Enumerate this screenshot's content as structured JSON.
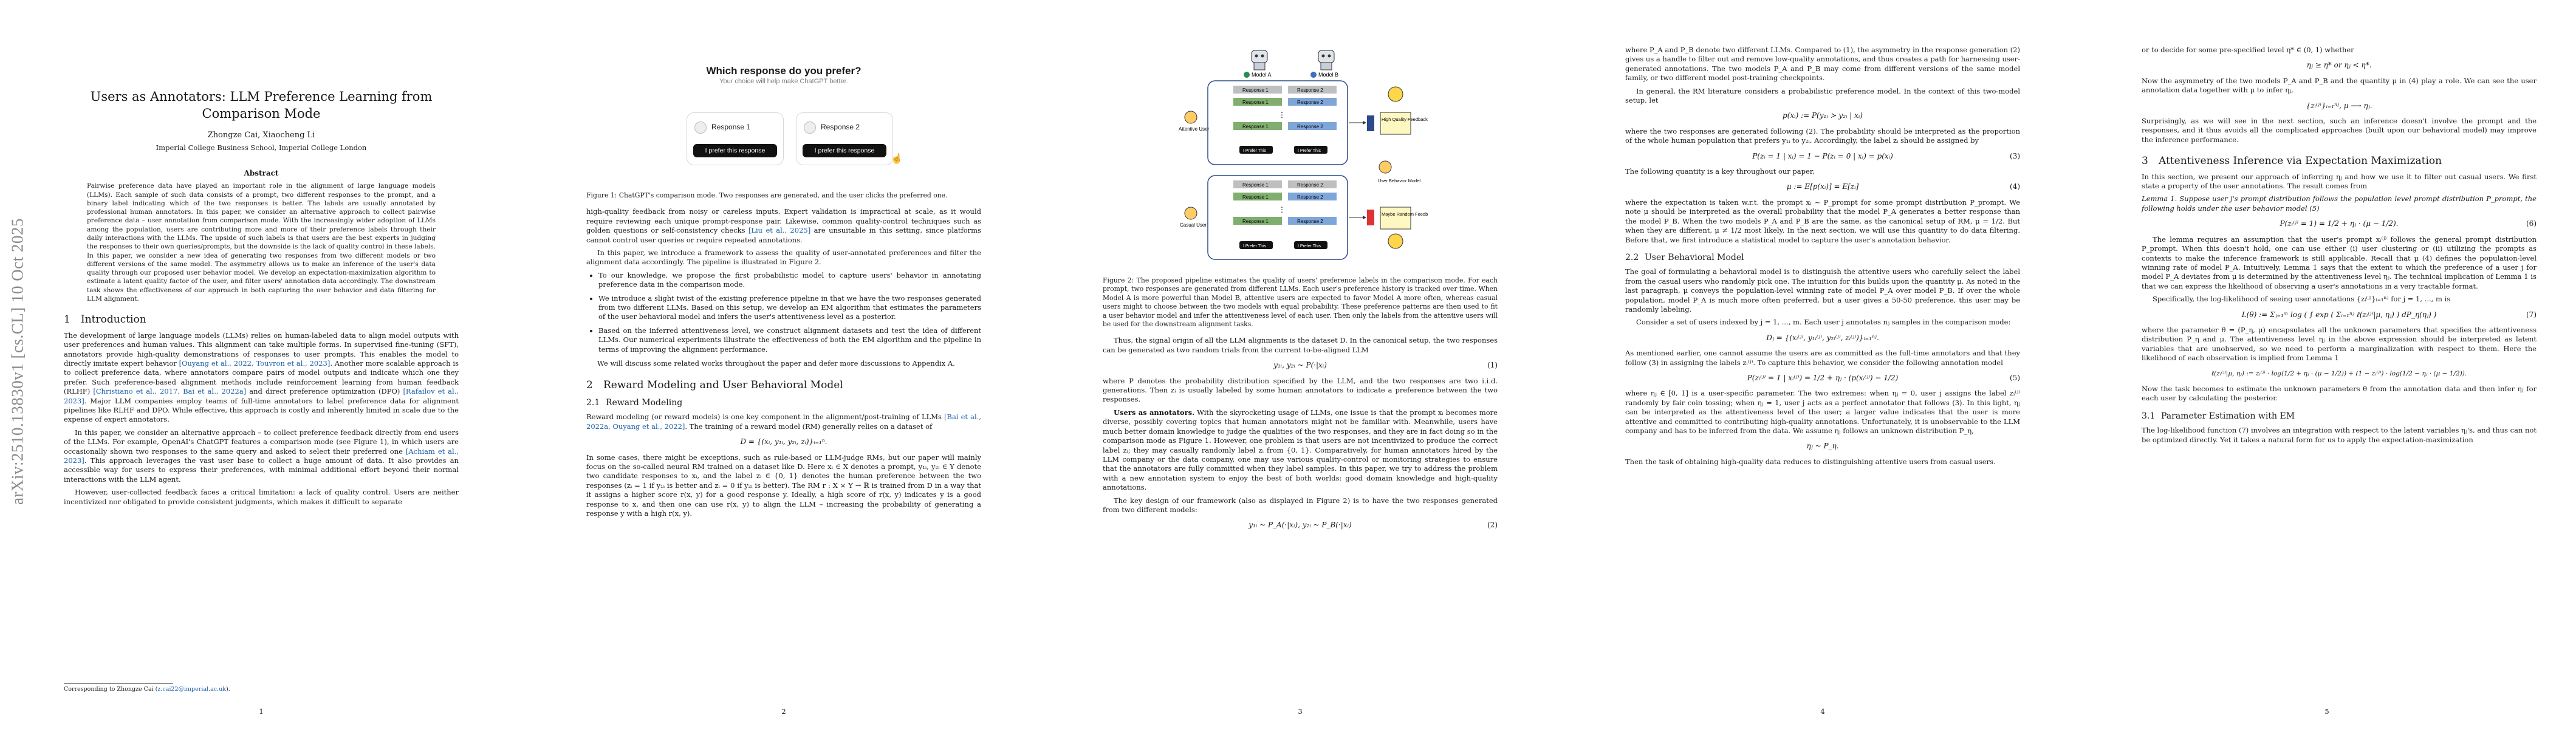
{
  "arxiv_id": "arXiv:2510.13830v1  [cs.CL]  10 Oct 2025",
  "page_numbers": [
    "1",
    "2",
    "3",
    "4",
    "5"
  ],
  "page1": {
    "title": "Users as Annotators: LLM Preference Learning from Comparison Mode",
    "authors": "Zhongze Cai,   Xiaocheng Li",
    "affiliation": "Imperial College Business School, Imperial College London",
    "abstract_heading": "Abstract",
    "abstract": "Pairwise preference data have played an important role in the alignment of large language models (LLMs). Each sample of such data consists of a prompt, two different responses to the prompt, and a binary label indicating which of the two responses is better. The labels are usually annotated by professional human annotators. In this paper, we consider an alternative approach to collect pairwise preference data – user annotation from comparison mode. With the increasingly wider adoption of LLMs among the population, users are contributing more and more of their preference labels through their daily interactions with the LLMs. The upside of such labels is that users are the best experts in judging the responses to their own queries/prompts, but the downside is the lack of quality control in these labels. In this paper, we consider a new idea of generating two responses from two different models or two different versions of the same model. The asymmetry allows us to make an inference of the user's data quality through our proposed user behavior model. We develop an expectation-maximization algorithm to estimate a latent quality factor of the user, and filter users' annotation data accordingly. The downstream task shows the effectiveness of our approach in both capturing the user behavior and data filtering for LLM alignment.",
    "intro_num": "1",
    "intro_title": "Introduction",
    "intro_p1_a": "The development of large language models (LLMs) relies on human-labeled data to align model outputs with user preferences and human values. This alignment can take multiple forms. In supervised fine-tuning (SFT), annotators provide high-quality demonstrations of responses to user prompts. This enables the model to directly imitate expert behavior ",
    "intro_cite1": "[Ouyang et al., 2022, Touvron et al., 2023]",
    "intro_p1_b": ". Another more scalable approach is to collect preference data, where annotators compare pairs of model outputs and indicate which one they prefer. Such preference-based alignment methods include reinforcement learning from human feedback (RLHF) ",
    "intro_cite2": "[Christiano et al., 2017, Bai et al., 2022a]",
    "intro_p1_c": " and direct preference optimization (DPO) ",
    "intro_cite3": "[Rafailov et al., 2023]",
    "intro_p1_d": ". Major LLM companies employ teams of full-time annotators to label preference data for alignment pipelines like RLHF and DPO. While effective, this approach is costly and inherently limited in scale due to the expense of expert annotators.",
    "intro_p2_a": "In this paper, we consider an alternative approach – to collect preference feedback directly from end users of the LLMs. For example, OpenAI's ChatGPT features a comparison mode (see Figure 1), in which users are occasionally shown two responses to the same query and asked to select their preferred one ",
    "intro_cite4": "[Achiam et al., 2023]",
    "intro_p2_b": ". This approach leverages the vast user base to collect a huge amount of data. It also provides an accessible way for users to express their preferences, with minimal additional effort beyond their normal interactions with the LLM agent.",
    "intro_p3": "However, user-collected feedback faces a critical limitation: a lack of quality control. Users are neither incentivized nor obligated to provide consistent judgments, which makes it difficult to separate",
    "footnote_a": "Corresponding to Zhongze Cai (",
    "footnote_email": "z.cai22@imperial.ac.uk",
    "footnote_b": ")."
  },
  "page2": {
    "fig1_question": "Which response do you prefer?",
    "fig1_sub": "Your choice will help make ChatGPT better.",
    "fig1_resp1": "Response 1",
    "fig1_resp2": "Response 2",
    "fig1_btn": "I prefer this response",
    "fig1_caption": "Figure 1: ChatGPT's comparison mode. Two responses are generated, and the user clicks the preferred one.",
    "p1_a": "high-quality feedback from noisy or careless inputs. Expert validation is impractical at scale, as it would require reviewing each unique prompt-response pair. Likewise, common quality-control techniques such as golden questions or self-consistency checks ",
    "p1_cite": "[Liu et al., 2025]",
    "p1_b": " are unsuitable in this setting, since platforms cannot control user queries or require repeated annotations.",
    "p2": "In this paper, we introduce a framework to assess the quality of user-annotated preferences and filter the alignment data accordingly. The pipeline is illustrated in Figure 2.",
    "bullets": [
      "To our knowledge, we propose the first probabilistic model to capture users' behavior in annotating preference data in the comparison mode.",
      "We introduce a slight twist of the existing preference pipeline in that we have the two responses generated from two different LLMs. Based on this setup, we develop an EM algorithm that estimates the parameters of the user behavioral model and infers the user's attentiveness level as a posterior.",
      "Based on the inferred attentiveness level, we construct alignment datasets and test the idea of different LLMs. Our numerical experiments illustrate the effectiveness of both the EM algorithm and the pipeline in terms of improving the alignment performance."
    ],
    "p3": "We will discuss some related works throughout the paper and defer more discussions to Appendix A.",
    "sec2_num": "2",
    "sec2_title": "Reward Modeling and User Behavioral Model",
    "sec21_num": "2.1",
    "sec21_title": "Reward Modeling",
    "p4_a": "Reward modeling (or reward models) is one key component in the alignment/post-training of LLMs ",
    "p4_cite": "[Bai et al., 2022a, Ouyang et al., 2022]",
    "p4_b": ". The training of a reward model (RM) generally relies on a dataset of",
    "eq_D": "D = {(xᵢ, y₁ᵢ, y₂ᵢ, zᵢ)}ᵢ₌₁ⁿ.",
    "p5": "In some cases, there might be exceptions, such as rule-based or LLM-judge RMs, but our paper will mainly focus on the so-called neural RM trained on a dataset like D. Here xᵢ ∈ X denotes a prompt, y₁ᵢ, y₂ᵢ ∈ Y denote two candidate responses to xᵢ, and the label zᵢ ∈ {0, 1} denotes the human preference between the two responses (zᵢ = 1 if y₁ᵢ is better and zᵢ = 0 if y₂ᵢ is better). The RM r : X × Y → ℝ is trained from D in a way that it assigns a higher score r(x, y) for a good response y. Ideally, a high score of r(x, y) indicates y is a good response to x, and then one can use r(x, y) to align the LLM – increasing the probability of generating a response y with a high r(x, y)."
  },
  "page3": {
    "model_a": "Model A",
    "model_b": "Model B",
    "attentive_user": "Attentive User",
    "casual_user": "Casual User",
    "response1": "Response 1",
    "response2": "Response 2",
    "prefer_this": "I Prefer This",
    "high_quality": "High Quality Feedback",
    "user_behavior": "User Behavior Model",
    "maybe_random": "Maybe Random Feedback",
    "fig2_caption": "Figure 2: The proposed pipeline estimates the quality of users' preference labels in the comparison mode. For each prompt, two responses are generated from different LLMs. Each user's preference history is tracked over time. When Model A is more powerful than Model B, attentive users are expected to favor Model A more often, whereas casual users might to choose between the two models with equal probability. These preference patterns are then used to fit a user behavior model and infer the attentiveness level of each user. Then only the labels from the attentive users will be used for the downstream alignment tasks.",
    "p1": "Thus, the signal origin of all the LLM alignments is the dataset D. In the canonical setup, the two responses can be generated as two random trials from the current to-be-aligned LLM",
    "eq1": "y₁ᵢ, y₂ᵢ ~ P(·|xᵢ)",
    "eq1_num": "(1)",
    "p2": "where P denotes the probability distribution specified by the LLM, and the two responses are two i.i.d. generations. Then zᵢ is usually labeled by some human annotators to indicate a preference between the two responses.",
    "p3_bold": "Users as annotators.",
    "p3": " With the skyrocketing usage of LLMs, one issue is that the prompt xᵢ becomes more diverse, possibly covering topics that human annotators might not be familiar with. Meanwhile, users have much better domain knowledge to judge the qualities of the two responses, and they are in fact doing so in the comparison mode as Figure 1. However, one problem is that users are not incentivized to produce the correct label zᵢ; they may casually randomly label zᵢ from {0, 1}. Comparatively, for human annotators hired by the LLM company or the data company, one may use various quality-control or monitoring strategies to ensure that the annotators are fully committed when they label samples. In this paper, we try to address the problem with a new annotation system to enjoy the best of both worlds: good domain knowledge and high-quality annotations.",
    "p4": "The key design of our framework (also as displayed in Figure 2) is to have the two responses generated from two different models:",
    "eq2": "y₁ᵢ ~ P_A(·|xᵢ),   y₂ᵢ ~ P_B(·|xᵢ)",
    "eq2_num": "(2)"
  },
  "page4": {
    "p1": "where P_A and P_B denote two different LLMs. Compared to (1), the asymmetry in the response generation (2) gives us a handle to filter out and remove low-quality annotations, and thus creates a path for harnessing user-generated annotations. The two models P_A and P_B may come from different versions of the same model family, or two different model post-training checkpoints.",
    "p2": "In general, the RM literature considers a probabilistic preference model. In the context of this two-model setup, let",
    "eq_p": "p(xᵢ) := P(y₁ᵢ ≻ y₂ᵢ | xᵢ)",
    "p3": "where the two responses are generated following (2). The probability should be interpreted as the proportion of the whole human population that prefers y₁ᵢ to y₂ᵢ. Accordingly, the label zᵢ should be assigned by",
    "eq3": "P(zᵢ = 1 | xᵢ) = 1 − P(zᵢ = 0 | xᵢ) = p(xᵢ)",
    "eq3_num": "(3)",
    "p4": "The following quantity is a key throughout our paper,",
    "eq4": "μ := E[p(xᵢ)] = E[zᵢ]",
    "eq4_num": "(4)",
    "p5": "where the expectation is taken w.r.t. the prompt xᵢ ~ P_prompt for some prompt distribution P_prompt. We note μ should be interpreted as the overall probability that the model P_A generates a better response than the model P_B. When the two models P_A and P_B are the same, as the canonical setup of RM, μ = 1/2. But when they are different, μ ≠ 1/2 most likely. In the next section, we will use this quantity to do data filtering. Before that, we first introduce a statistical model to capture the user's annotation behavior.",
    "sec22_num": "2.2",
    "sec22_title": "User Behavioral Model",
    "p6": "The goal of formulating a behavioral model is to distinguish the attentive users who carefully select the label from the casual users who randomly pick one. The intuition for this builds upon the quantity μ. As noted in the last paragraph, μ conveys the population-level winning rate of model P_A over model P_B. If over the whole population, model P_A is much more often preferred, but a user gives a 50-50 preference, this user may be randomly labeling.",
    "p7": "Consider a set of users indexed by j = 1, ..., m. Each user j annotates nⱼ samples in the comparison mode:",
    "eq_Dj": "Dⱼ = {(xᵢ⁽ʲ⁾, y₁ᵢ⁽ʲ⁾, y₂ᵢ⁽ʲ⁾, zᵢ⁽ʲ⁾)}ᵢ₌₁ⁿʲ.",
    "p8": "As mentioned earlier, one cannot assume the users are as committed as the full-time annotators and that they follow (3) in assigning the labels zᵢ⁽ʲ⁾. To capture this behavior, we consider the following annotation model",
    "eq5": "P(zᵢ⁽ʲ⁾ = 1 | xᵢ⁽ʲ⁾) = 1/2 + ηⱼ · (p(xᵢ⁽ʲ⁾) − 1/2)",
    "eq5_num": "(5)",
    "p9": "where ηⱼ ∈ [0, 1] is a user-specific parameter. The two extremes: when ηⱼ = 0, user j assigns the label zᵢ⁽ʲ⁾ randomly by fair coin tossing; when ηⱼ = 1, user j acts as a perfect annotator that follows (3). In this light, ηⱼ can be interpreted as the attentiveness level of the user; a larger value indicates that the user is more attentive and committed to contributing high-quality annotations. Unfortunately, it is unobservable to the LLM company and has to be inferred from the data. We assume ηⱼ follows an unknown distribution P_η,",
    "eq_eta": "ηⱼ ~ P_η.",
    "p10": "Then the task of obtaining high-quality data reduces to distinguishing attentive users from casual users."
  },
  "page5": {
    "p1": "or to decide for some pre-specified level η* ∈ (0, 1) whether",
    "eq_thr": "ηⱼ ≥ η*   or   ηⱼ < η*.",
    "p2": "Now the asymmetry of the two models P_A and P_B and the quantity μ in (4) play a role. We can see the user annotation data together with μ to infer ηⱼ,",
    "eq_inf": "{zᵢ⁽ʲ⁾}ᵢ₌₁ⁿʲ, μ  ⟶  ηⱼ.",
    "p3": "Surprisingly, as we will see in the next section, such an inference doesn't involve the prompt and the responses, and it thus avoids all the complicated approaches (built upon our behavioral model) may improve the inference performance.",
    "sec3_num": "3",
    "sec3_title": "Attentiveness Inference via Expectation Maximization",
    "p4": "In this section, we present our approach of inferring ηⱼ and how we use it to filter out casual users. We first state a property of the user annotations. The result comes from",
    "lemma": "Lemma 1. Suppose user j's prompt distribution follows the population level prompt distribution P_prompt, the following holds under the user behavior model (5)",
    "eq6": "P(zᵢ⁽ʲ⁾ = 1) = 1/2 + ηⱼ · (μ − 1/2).",
    "eq6_num": "(6)",
    "p5": "The lemma requires an assumption that the user's prompt xᵢ⁽ʲ⁾ follows the general prompt distribution P_prompt. When this doesn't hold, one can use either (i) user clustering or (ii) utilizing the prompts as contexts to make the inference framework is still applicable. Recall that μ (4) defines the population-level winning rate of model P_A. Intuitively, Lemma 1 says that the extent to which the preference of a user j for model P_A deviates from μ is determined by the attentiveness level ηⱼ. The technical implication of Lemma 1 is that we can express the likelihood of observing a user's annotations in a very tractable format.",
    "p6": "Specifically, the log-likelihood of seeing user annotations {zᵢ⁽ʲ⁾}ᵢ₌₁ⁿʲ for j = 1, ..., m is",
    "eq7": "L(θ) := Σⱼ₌₁ᵐ log ( ∫ exp ( Σᵢ₌₁ⁿʲ ℓ(zᵢ⁽ʲ⁾|μ, ηⱼ) ) dP_η(ηⱼ) )",
    "eq7_num": "(7)",
    "p7": "where the parameter θ = (P_η, μ) encapsulates all the unknown parameters that specifies the attentiveness distribution P_η and μ. The attentiveness level ηⱼ in the above expression should be interpreted as latent variables that are unobserved, so we need to perform a marginalization with respect to them. Here the likelihood of each observation is implied from Lemma 1",
    "eq8": "ℓ(zᵢ⁽ʲ⁾|μ, ηⱼ) := zᵢ⁽ʲ⁾ · log(1/2 + ηⱼ · (μ − 1/2)) + (1 − zᵢ⁽ʲ⁾) · log(1/2 − ηⱼ · (μ − 1/2)).",
    "p8": "Now the task becomes to estimate the unknown parameters θ from the annotation data and then infer ηⱼ for each user by calculating the posterior.",
    "sec31_num": "3.1",
    "sec31_title": "Parameter Estimation with EM",
    "p9": "The log-likelihood function (7) involves an integration with respect to the latent variables ηⱼ's, and thus can not be optimized directly. Yet it takes a natural form for us to apply the expectation-maximization"
  }
}
